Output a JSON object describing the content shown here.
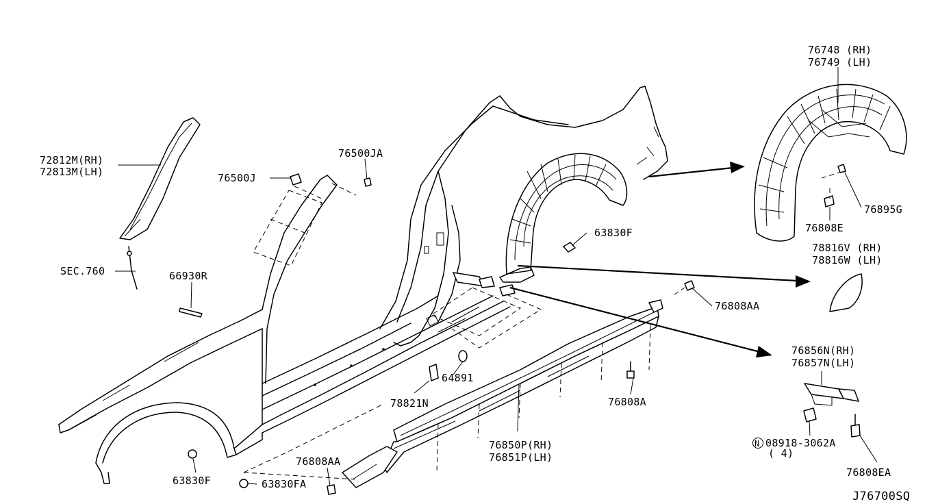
{
  "diagram_id": "J76700SQ",
  "labels": {
    "pillar_trim_rh": "72812M(RH)",
    "pillar_trim_lh": "72813M(LH)",
    "sec760": "SEC.760",
    "clip_76500j": "76500J",
    "clip_76500ja": "76500JA",
    "seal_66930r": "66930R",
    "fender_protector_rh": "76748 (RH)",
    "fender_protector_lh": "76749 (LH)",
    "clip_63830f_upper": "63830F",
    "clip_76808e": "76808E",
    "clip_76895g": "76895G",
    "pad_rh": "78816V (RH)",
    "pad_lh": "78816W (LH)",
    "screw_76808aa_right": "76808AA",
    "bracket_rh": "76856N(RH)",
    "bracket_lh": "76857N(LH)",
    "plug_64891": "64891",
    "label_78821n": "78821N",
    "screw_76808a": "76808A",
    "sill_cover_rh": "76850P(RH)",
    "sill_cover_lh": "76851P(LH)",
    "nut_symbol": "N",
    "nut_partno": "08918-3062A",
    "nut_qty": "( 4)",
    "screw_76808ea": "76808EA",
    "screw_76808aa_lower": "76808AA",
    "clip_63830f_lower": "63830F",
    "clip_63830fa": "63830FA"
  }
}
